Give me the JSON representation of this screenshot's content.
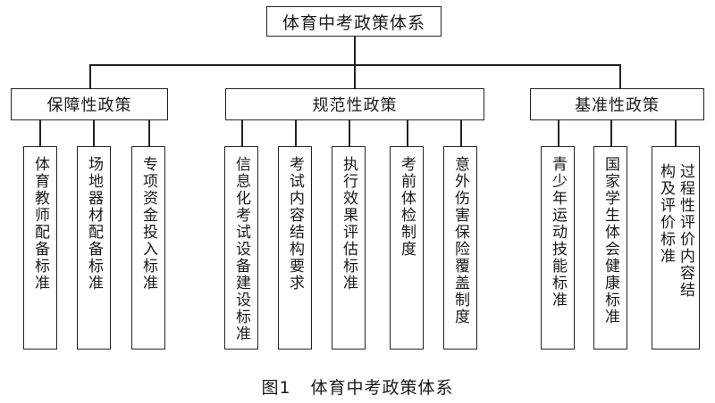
{
  "root": {
    "label": "体育中考政策体系"
  },
  "categories": [
    {
      "label": "保障性政策",
      "leaves": [
        "体育教师配备标准",
        "场地器材配备标准",
        "专项资金投入标准"
      ]
    },
    {
      "label": "规范性政策",
      "leaves": [
        "信息化考试设备建设标准",
        "考试内容结构要求",
        "执行效果评估标准",
        "考前体检制度",
        "意外伤害保险覆盖制度"
      ]
    },
    {
      "label": "基准性政策",
      "leaves": [
        "青少年运动技能标准",
        "国家学生体会健康标准",
        "过程性评价内容结构及评价标准"
      ]
    }
  ],
  "caption": {
    "number": "图1",
    "title": "体育中考政策体系"
  }
}
